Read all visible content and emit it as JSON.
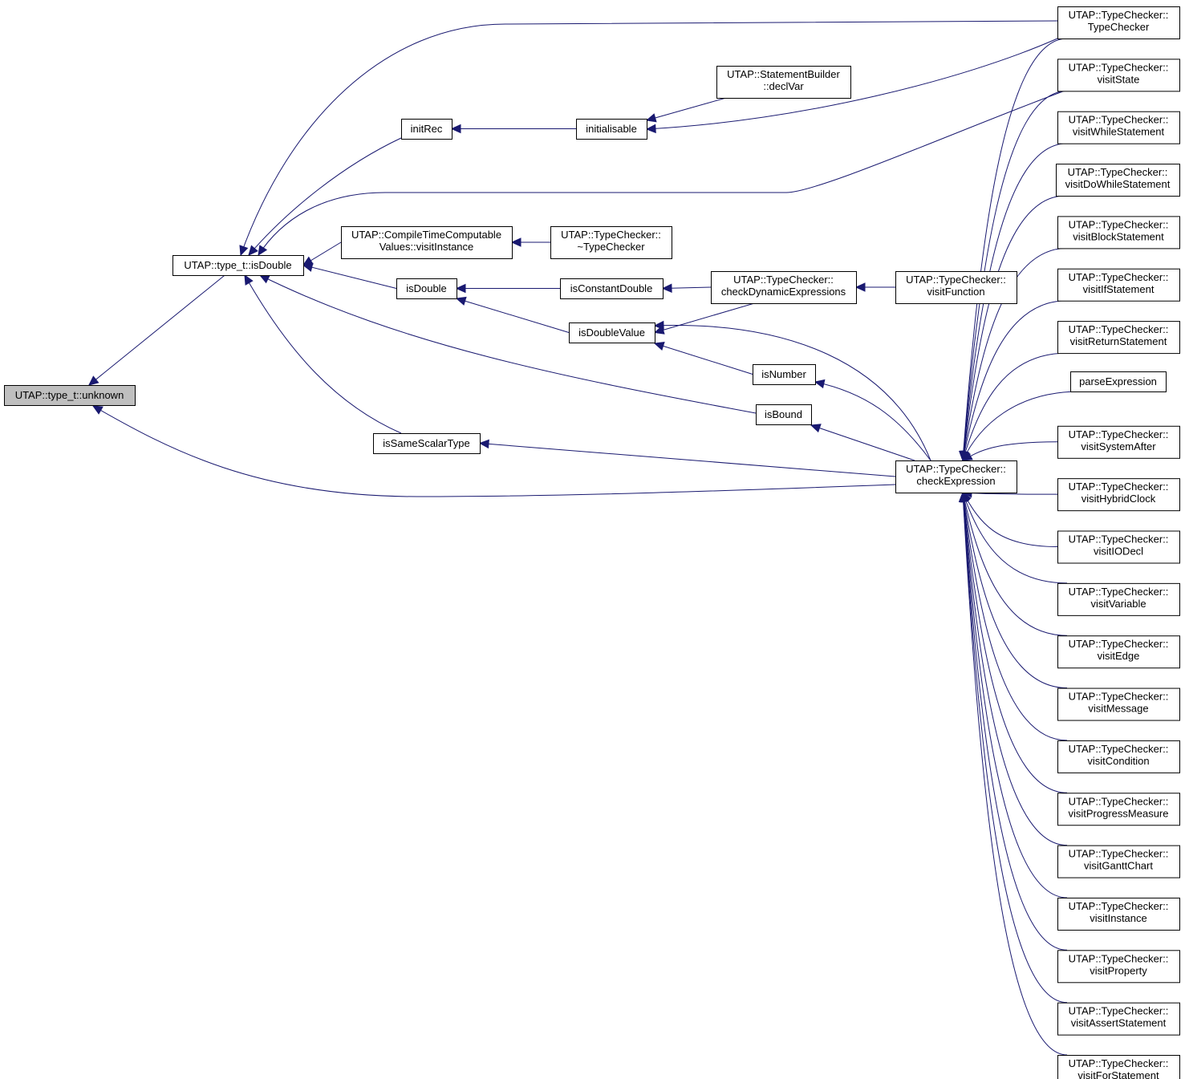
{
  "colors": {
    "edge": "#191970",
    "root_fill": "#bfbfbf",
    "node_fill": "#ffffff",
    "node_border": "#000000"
  },
  "nodes": {
    "unknown": [
      "UTAP::type_t::unknown"
    ],
    "tIsDouble": [
      "UTAP::type_t::isDouble"
    ],
    "initRec": [
      "initRec"
    ],
    "initialisable": [
      "initialisable"
    ],
    "declVar": [
      "UTAP::StatementBuilder",
      "::declVar"
    ],
    "ctcVisitInstance": [
      "UTAP::CompileTimeComputable",
      "Values::visitInstance"
    ],
    "tcDestructor": [
      "UTAP::TypeChecker::",
      "~TypeChecker"
    ],
    "isDouble": [
      "isDouble"
    ],
    "isConstantDouble": [
      "isConstantDouble"
    ],
    "checkDynamic": [
      "UTAP::TypeChecker::",
      "checkDynamicExpressions"
    ],
    "visitFunction": [
      "UTAP::TypeChecker::",
      "visitFunction"
    ],
    "isDoubleValue": [
      "isDoubleValue"
    ],
    "isNumber": [
      "isNumber"
    ],
    "isBound": [
      "isBound"
    ],
    "isSameScalarType": [
      "isSameScalarType"
    ],
    "checkExpression": [
      "UTAP::TypeChecker::",
      "checkExpression"
    ],
    "tcCtor": [
      "UTAP::TypeChecker::",
      "TypeChecker"
    ],
    "visitState": [
      "UTAP::TypeChecker::",
      "visitState"
    ],
    "visitWhile": [
      "UTAP::TypeChecker::",
      "visitWhileStatement"
    ],
    "visitDoWhile": [
      "UTAP::TypeChecker::",
      "visitDoWhileStatement"
    ],
    "visitBlock": [
      "UTAP::TypeChecker::",
      "visitBlockStatement"
    ],
    "visitIf": [
      "UTAP::TypeChecker::",
      "visitIfStatement"
    ],
    "visitReturn": [
      "UTAP::TypeChecker::",
      "visitReturnStatement"
    ],
    "parseExpression": [
      "parseExpression"
    ],
    "visitSystemAfter": [
      "UTAP::TypeChecker::",
      "visitSystemAfter"
    ],
    "visitHybridClock": [
      "UTAP::TypeChecker::",
      "visitHybridClock"
    ],
    "visitIODecl": [
      "UTAP::TypeChecker::",
      "visitIODecl"
    ],
    "visitVariable": [
      "UTAP::TypeChecker::",
      "visitVariable"
    ],
    "visitEdge": [
      "UTAP::TypeChecker::",
      "visitEdge"
    ],
    "visitMessage": [
      "UTAP::TypeChecker::",
      "visitMessage"
    ],
    "visitCondition": [
      "UTAP::TypeChecker::",
      "visitCondition"
    ],
    "visitProgress": [
      "UTAP::TypeChecker::",
      "visitProgressMeasure"
    ],
    "visitGantt": [
      "UTAP::TypeChecker::",
      "visitGanttChart"
    ],
    "visitInstance": [
      "UTAP::TypeChecker::",
      "visitInstance"
    ],
    "visitProperty": [
      "UTAP::TypeChecker::",
      "visitProperty"
    ],
    "visitAssert": [
      "UTAP::TypeChecker::",
      "visitAssertStatement"
    ],
    "visitFor": [
      "UTAP::TypeChecker::",
      "visitForStatement"
    ]
  },
  "edges": [
    [
      "tIsDouble",
      "unknown"
    ],
    [
      "checkExpression",
      "unknown"
    ],
    [
      "initRec",
      "tIsDouble"
    ],
    [
      "ctcVisitInstance",
      "tIsDouble"
    ],
    [
      "isDouble",
      "tIsDouble"
    ],
    [
      "isBound",
      "tIsDouble"
    ],
    [
      "isSameScalarType",
      "tIsDouble"
    ],
    [
      "tcCtor",
      "tIsDouble"
    ],
    [
      "visitState",
      "tIsDouble"
    ],
    [
      "initialisable",
      "initRec"
    ],
    [
      "declVar",
      "initialisable"
    ],
    [
      "tcCtor",
      "initialisable"
    ],
    [
      "tcDestructor",
      "ctcVisitInstance"
    ],
    [
      "isConstantDouble",
      "isDouble"
    ],
    [
      "isDoubleValue",
      "isDouble"
    ],
    [
      "checkDynamic",
      "isConstantDouble"
    ],
    [
      "visitFunction",
      "checkDynamic"
    ],
    [
      "checkDynamic",
      "isDoubleValue"
    ],
    [
      "isNumber",
      "isDoubleValue"
    ],
    [
      "checkExpression",
      "isDoubleValue"
    ],
    [
      "checkExpression",
      "isNumber"
    ],
    [
      "checkExpression",
      "isBound"
    ],
    [
      "checkExpression",
      "isSameScalarType"
    ],
    [
      "tcCtor",
      "checkExpression"
    ],
    [
      "visitState",
      "checkExpression"
    ],
    [
      "visitWhile",
      "checkExpression"
    ],
    [
      "visitDoWhile",
      "checkExpression"
    ],
    [
      "visitBlock",
      "checkExpression"
    ],
    [
      "visitIf",
      "checkExpression"
    ],
    [
      "visitReturn",
      "checkExpression"
    ],
    [
      "parseExpression",
      "checkExpression"
    ],
    [
      "visitSystemAfter",
      "checkExpression"
    ],
    [
      "visitHybridClock",
      "checkExpression"
    ],
    [
      "visitIODecl",
      "checkExpression"
    ],
    [
      "visitVariable",
      "checkExpression"
    ],
    [
      "visitEdge",
      "checkExpression"
    ],
    [
      "visitMessage",
      "checkExpression"
    ],
    [
      "visitCondition",
      "checkExpression"
    ],
    [
      "visitProgress",
      "checkExpression"
    ],
    [
      "visitGantt",
      "checkExpression"
    ],
    [
      "visitInstance",
      "checkExpression"
    ],
    [
      "visitProperty",
      "checkExpression"
    ],
    [
      "visitAssert",
      "checkExpression"
    ],
    [
      "visitFor",
      "checkExpression"
    ]
  ]
}
